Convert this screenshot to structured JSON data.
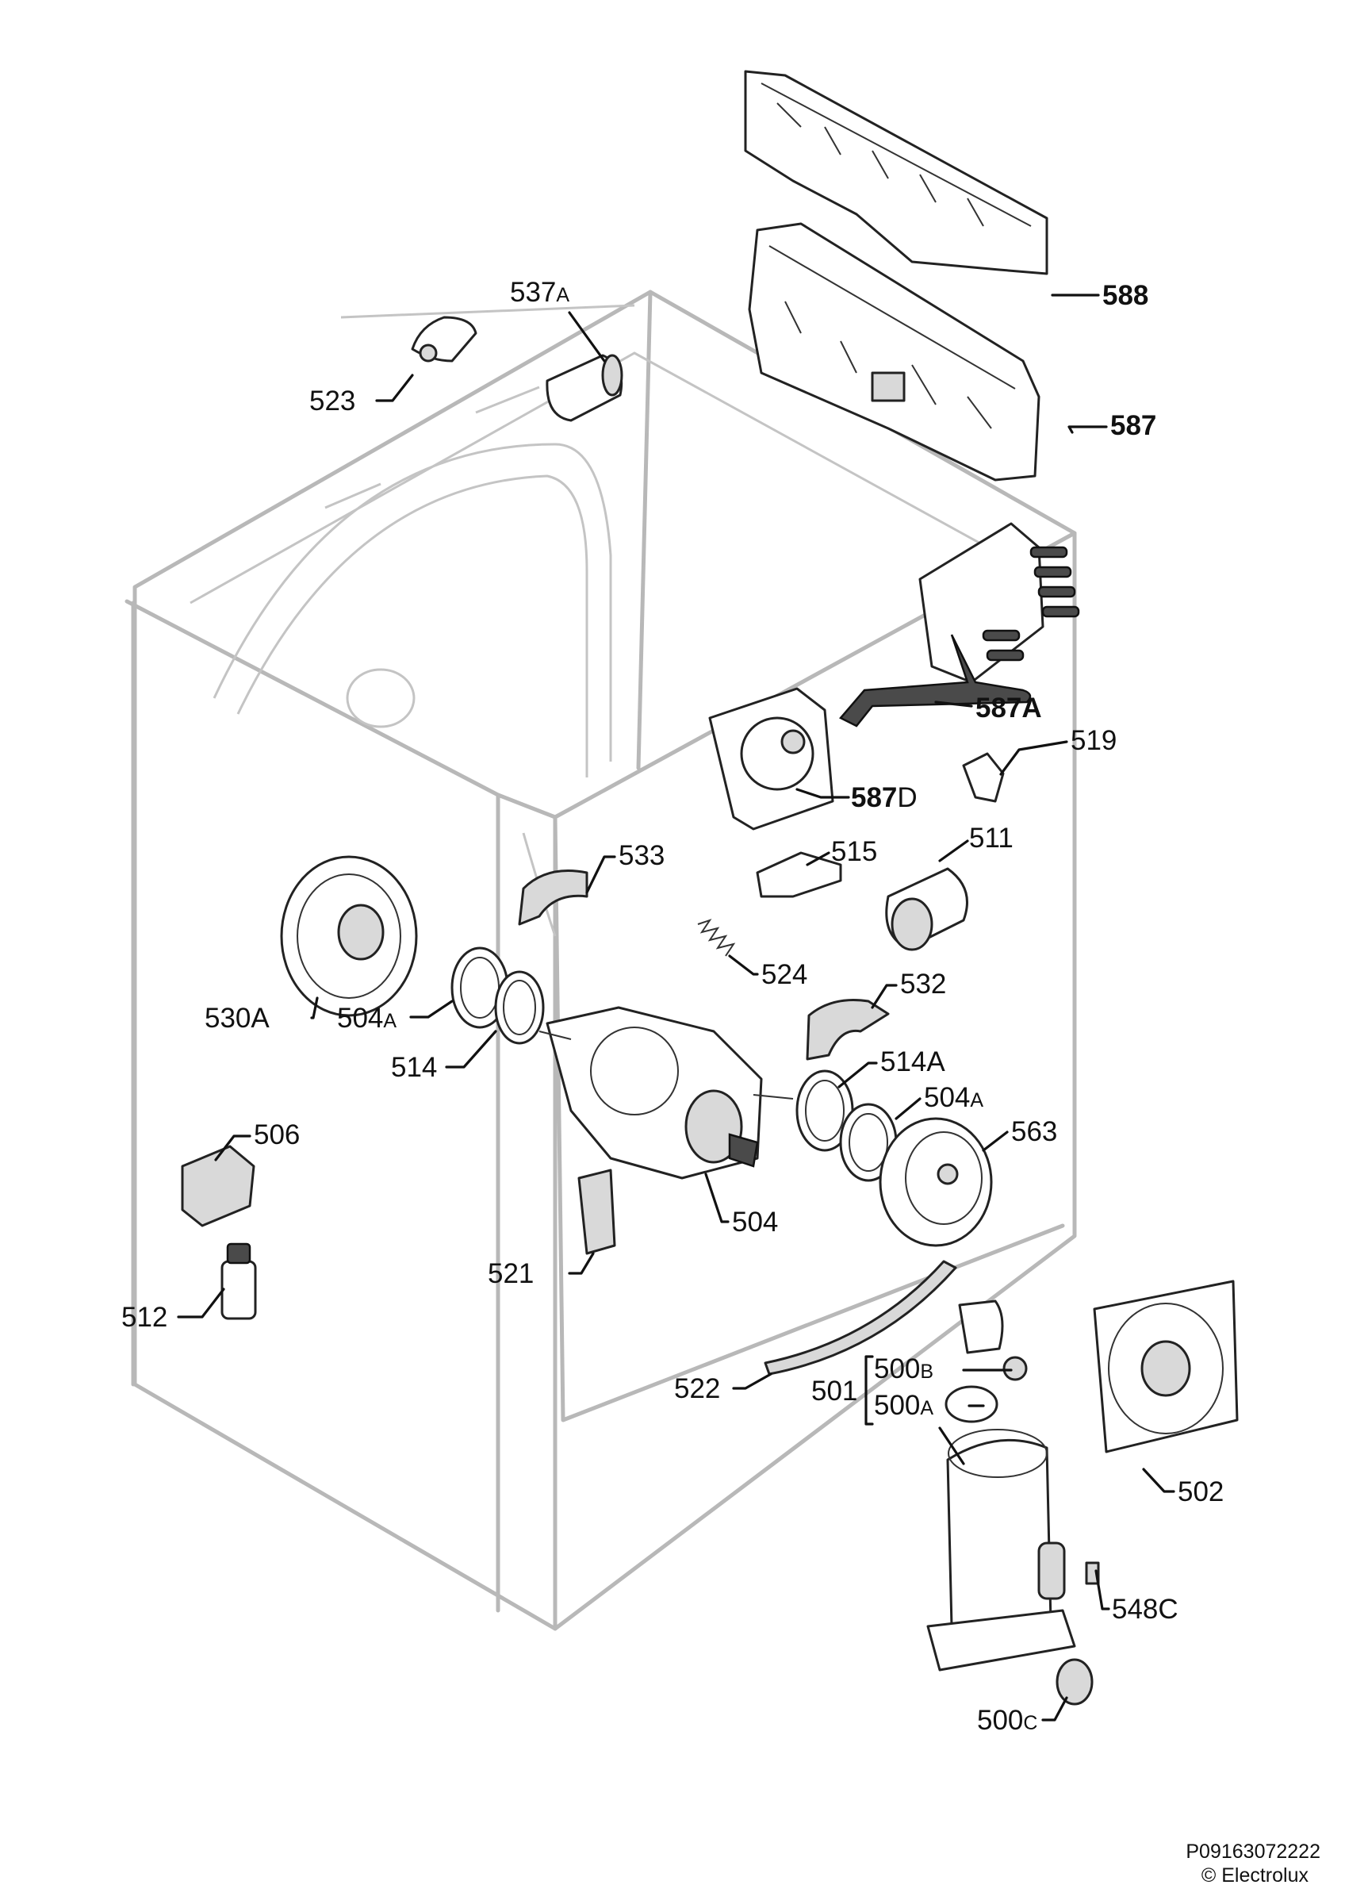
{
  "labels": {
    "p588": "588",
    "p587": "587",
    "p537a_num": "537",
    "p537a_suf": "A",
    "p523": "523",
    "p587a": "587A",
    "p519": "519",
    "p587d_num": "587",
    "p587d_suf": "D",
    "p533": "533",
    "p515": "515",
    "p511": "511",
    "p524": "524",
    "p532": "532",
    "p530a": "530A",
    "p504a_left_num": "504",
    "p504a_left_suf": "A",
    "p514": "514",
    "p514a": "514A",
    "p504a_right_num": "504",
    "p504a_right_suf": "A",
    "p563": "563",
    "p506": "506",
    "p504": "504",
    "p521": "521",
    "p512": "512",
    "p522": "522",
    "p501": "501",
    "p500b_num": "500",
    "p500b_suf": "B",
    "p500a_num": "500",
    "p500a_suf": "A",
    "p502": "502",
    "p548c": "548C",
    "p500c_num": "500",
    "p500c_suf": "C"
  },
  "footer": {
    "code": "P09163072222",
    "copyright": "© Electrolux"
  }
}
